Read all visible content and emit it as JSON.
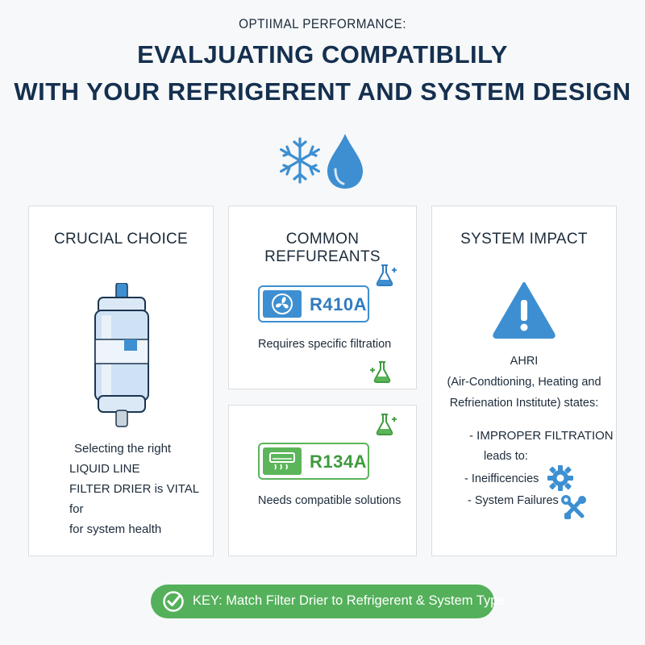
{
  "header": {
    "kicker": "OPTIIMAL PERFORMANCE:",
    "headline_line1": "EVALJUATING COMPATIBLILY",
    "headline_line2": "WITH YOUR REFRIGERENT AND SYSTEM DESIGN",
    "icons": [
      "snowflake-icon",
      "water-drop-icon"
    ]
  },
  "cards": {
    "crucial": {
      "title": "CRUCIAL CHOICE",
      "icon": "filter-drier-icon",
      "lines": [
        "Selecting the right",
        "LIQUID LINE",
        "FILTER DRIER is VITAL for",
        "for system health"
      ]
    },
    "refrigerants": {
      "title": "COMMON REFFUREANTS",
      "items": [
        {
          "code": "R410A",
          "description": "Requires specific filtration",
          "icon": "fan-icon",
          "color": "#3d8fd1"
        },
        {
          "code": "R134A",
          "description": "Needs compatible solutions",
          "icon": "ac-unit-icon",
          "color": "#5cb55a"
        }
      ],
      "flask_icons": [
        "flask-icon-blue",
        "flask-icon-green",
        "flask-icon-green"
      ]
    },
    "impact": {
      "title": "SYSTEM IMPACT",
      "icon": "warning-icon",
      "source_lines": [
        "AHRI",
        "(Air-Condtioning, Heating and",
        "Refrienation Institute) states:"
      ],
      "bullet_main": "- IMPROPER FILTRATION",
      "leads_to": "leads to:",
      "bullet_1": "- Ineifficencies",
      "bullet_2": "- System Failures",
      "bullet_icons": [
        "gear-icon",
        "tools-icon"
      ]
    }
  },
  "key": {
    "text": "KEY: Match Filter Drier to Refrigerent & System Type",
    "icon": "check-circle-icon"
  },
  "colors": {
    "blue": "#3d8fd1",
    "green": "#54b05a",
    "navy": "#15304f"
  }
}
